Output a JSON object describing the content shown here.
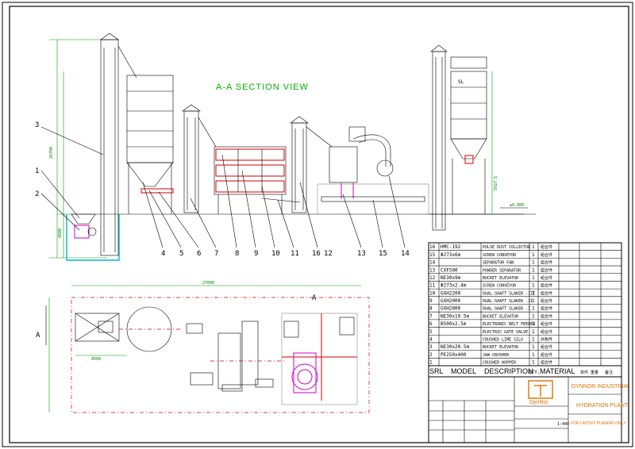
{
  "section_title": "A-A SECTION VIEW",
  "callouts": [
    "1",
    "2",
    "3",
    "4",
    "5",
    "6",
    "7",
    "8",
    "9",
    "10",
    "11",
    "16",
    "12",
    "13",
    "15",
    "14"
  ],
  "section_marker": "A",
  "elevation_label": "±0.000",
  "sl_label": "SL",
  "bom_rows": [
    {
      "no": "16",
      "model": "HMC-192",
      "desc": "PULSE DUST COLLECTOR",
      "qty": "1",
      "mat": "组合件"
    },
    {
      "no": "15",
      "model": "Φ273x6m",
      "desc": "SCREW CONVEYOR",
      "qty": "1",
      "mat": "组合件"
    },
    {
      "no": "14",
      "model": "",
      "desc": "SEPARATOR FAN",
      "qty": "1",
      "mat": "组合件"
    },
    {
      "no": "13",
      "model": "CXF500",
      "desc": "POWDER SEPARATOR",
      "qty": "1",
      "mat": "组合件"
    },
    {
      "no": "12",
      "model": "NE30x9m",
      "desc": "BUCKET ELEVATOR",
      "qty": "1",
      "mat": "组合件"
    },
    {
      "no": "11",
      "model": "Φ273x2.4m",
      "desc": "SCREW CONVEYOR",
      "qty": "1",
      "mat": "组合件"
    },
    {
      "no": "10",
      "model": "GXH2200",
      "desc": "DUAL-SHAFT SLAKER -III",
      "qty": "1",
      "mat": "组合件"
    },
    {
      "no": "9",
      "model": "GXH2000",
      "desc": "DUAL-SHAFT SLAKER -II",
      "qty": "1",
      "mat": "组合件"
    },
    {
      "no": "8",
      "model": "GXH2000",
      "desc": "DUAL-SHAFT SLAKER -I",
      "qty": "1",
      "mat": "组合件"
    },
    {
      "no": "7",
      "model": "NE30x10.5m",
      "desc": "BUCKET ELEVATOR",
      "qty": "1",
      "mat": "组合件"
    },
    {
      "no": "6",
      "model": "B500x2.5m",
      "desc": "ELECTRONIC BELT FEEDER",
      "qty": "1",
      "mat": "组合件"
    },
    {
      "no": "5",
      "model": "",
      "desc": "ELECTRIC GATE VALVE",
      "qty": "1",
      "mat": "组合件"
    },
    {
      "no": "4",
      "model": "",
      "desc": "CRUSHED LIME SILO",
      "qty": "1",
      "mat": "外购件"
    },
    {
      "no": "3",
      "model": "NE30x20.5m",
      "desc": "BUCKET ELEVATOR",
      "qty": "1",
      "mat": "组合件"
    },
    {
      "no": "2",
      "model": "PE250x400",
      "desc": "JAW CRUSHER",
      "qty": "1",
      "mat": "组合件"
    },
    {
      "no": "1",
      "model": "",
      "desc": "CRUSHER HOPPER",
      "qty": "1",
      "mat": "组合件"
    }
  ],
  "bom_header": {
    "no": "SRL",
    "model": "MODEL",
    "desc": "DESCRIPTION",
    "qty": "QTY.",
    "mat": "MATERIAL",
    "w1": "单件 重量",
    "remark": "备注"
  },
  "title_block": {
    "company": "DYNNOR INDUSTRIAL",
    "drawing_name": "HYDRATION PLANT",
    "note": "FOR LAYOUT PLANING ONLY",
    "logo_text": "DynNor",
    "scale": "1:400"
  },
  "colors": {
    "accent_green": "#00b000",
    "dim_green": "#008000",
    "cyan": "#00b8c8",
    "red": "#d00000",
    "magenta": "#d000c0",
    "logo_orange": "#e07000"
  }
}
